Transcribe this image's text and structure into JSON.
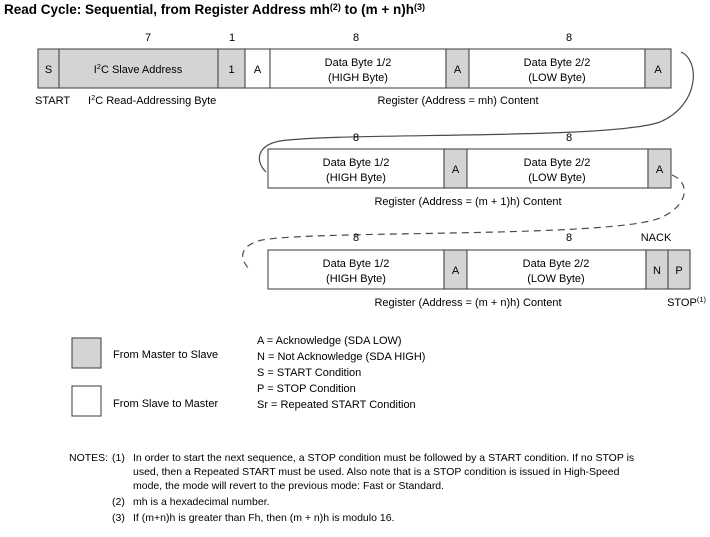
{
  "title": {
    "main": "Read Cycle: Sequential, from Register Address mh",
    "sup1": "(2)",
    "mid": " to (m + n)h",
    "sup2": "(3)"
  },
  "rows": [
    {
      "name": "row-1",
      "cells": [
        {
          "label": "S",
          "fill": "gray",
          "sub": ""
        },
        {
          "label": "I2C Slave Address",
          "fill": "gray",
          "sub": "",
          "rich": "i2c"
        },
        {
          "label": "1",
          "fill": "gray",
          "sub": ""
        },
        {
          "label": "A",
          "fill": "white",
          "sub": ""
        },
        {
          "label": "Data Byte 1/2",
          "fill": "white",
          "sub": "(HIGH Byte)"
        },
        {
          "label": "A",
          "fill": "gray",
          "sub": ""
        },
        {
          "label": "Data Byte 2/2",
          "fill": "white",
          "sub": "(LOW Byte)"
        },
        {
          "label": "A",
          "fill": "gray",
          "sub": ""
        }
      ],
      "bit_labels": [
        {
          "text": "7"
        },
        {
          "text": "1"
        },
        {
          "text": "8"
        },
        {
          "text": "8"
        }
      ],
      "captions": [
        {
          "text": "START"
        },
        {
          "text": "I2C Read-Addressing Byte",
          "rich": "i2c"
        },
        {
          "text": "Register (Address = mh) Content"
        }
      ]
    },
    {
      "name": "row-2",
      "cells": [
        {
          "label": "Data Byte 1/2",
          "fill": "white",
          "sub": "(HIGH Byte)"
        },
        {
          "label": "A",
          "fill": "gray",
          "sub": ""
        },
        {
          "label": "Data Byte 2/2",
          "fill": "white",
          "sub": "(LOW Byte)"
        },
        {
          "label": "A",
          "fill": "gray",
          "sub": ""
        }
      ],
      "bit_labels": [
        {
          "text": "8"
        },
        {
          "text": "8"
        }
      ],
      "captions": [
        {
          "text": "Register (Address = (m + 1)h) Content"
        }
      ]
    },
    {
      "name": "row-3",
      "cells": [
        {
          "label": "Data Byte 1/2",
          "fill": "white",
          "sub": "(HIGH Byte)"
        },
        {
          "label": "A",
          "fill": "gray",
          "sub": ""
        },
        {
          "label": "Data Byte 2/2",
          "fill": "white",
          "sub": "(LOW Byte)"
        },
        {
          "label": "N",
          "fill": "gray",
          "sub": ""
        },
        {
          "label": "P",
          "fill": "gray",
          "sub": ""
        }
      ],
      "bit_labels": [
        {
          "text": "8"
        },
        {
          "text": "8"
        },
        {
          "text": "NACK"
        }
      ],
      "captions": [
        {
          "text": "Register (Address = (m + n)h) Content"
        },
        {
          "text": "STOP",
          "sup": "(1)"
        }
      ]
    }
  ],
  "legend": {
    "swatches": [
      {
        "fill": "gray",
        "label": "From Master to Slave"
      },
      {
        "fill": "white",
        "label": "From Slave to Master"
      }
    ],
    "definitions": [
      "A = Acknowledge (SDA LOW)",
      "N = Not Acknowledge (SDA HIGH)",
      "S = START Condition",
      "P = STOP Condition",
      "Sr = Repeated START Condition"
    ]
  },
  "notes": {
    "heading": "NOTES:",
    "items": [
      {
        "marker": "(1)",
        "lines": [
          "In order to start the next sequence, a STOP condition must be followed by a START condition. If no STOP is",
          "used, then a Repeated START must be used. Also note that is a STOP condition is issued in High-Speed",
          "mode, the mode will revert to the previous mode: Fast or Standard."
        ]
      },
      {
        "marker": "(2)",
        "lines": [
          "mh is a hexadecimal number."
        ]
      },
      {
        "marker": "(3)",
        "lines": [
          "If (m+n)h is greater than Fh, then (m + n)h is modulo 16."
        ]
      }
    ]
  },
  "colors": {
    "master_fill": "#d4d4d4",
    "slave_fill": "#ffffff",
    "stroke": "#4a4a4a",
    "text": "#000000"
  }
}
